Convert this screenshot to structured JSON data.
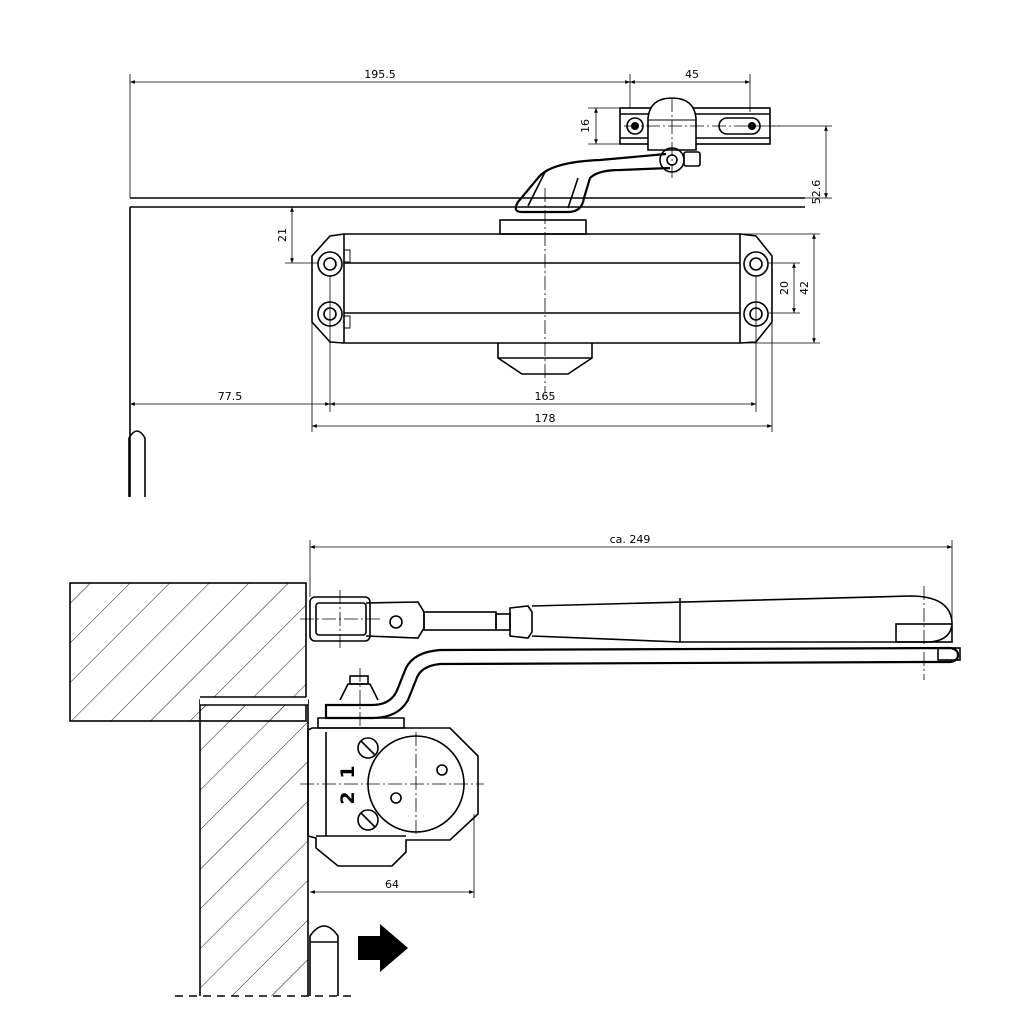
{
  "top_view": {
    "dims": {
      "d195": "195.5",
      "d45": "45",
      "d16": "16",
      "d52": "52.6",
      "d21": "21",
      "d20": "20",
      "d42": "42",
      "d77": "77.5",
      "d165": "165",
      "d178": "178"
    }
  },
  "side_view": {
    "dims": {
      "d249": "ca. 249",
      "d64": "64"
    },
    "valves": {
      "v1": "1",
      "v2": "2"
    }
  },
  "colors": {
    "line": "#000000",
    "background": "#ffffff"
  }
}
